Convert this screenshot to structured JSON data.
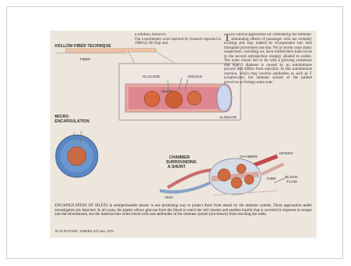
{
  "labels": {
    "hollow_fiber": "HOLLOW-FIBER TECHNIQUE",
    "fiber": "FIBER",
    "glucose": "GLUCOSE",
    "insulin": "INSULIN",
    "islet": "ISLET",
    "alginate": "ALGINATE",
    "microencapsulation_1": "MICRO-",
    "microencapsulation_2": "ENCAPSULATION",
    "chamber_1": "CHAMBER",
    "chamber_2": "SURROUNDING",
    "chamber_3": "A SHUNT",
    "chamber_small": "CHAMBER",
    "artery": "ARTERY",
    "tube": "TUBE",
    "blood_flow_1": "BLOOD",
    "blood_flow_2": "FLOW",
    "vein": "VEIN"
  },
  "text": {
    "col_mid": "a solution, however.\nOur experiments were inspired by research reported in 1980 by Ali Naji and",
    "col_right_first": "T",
    "col_right": "he various approaches for eliminating the immune-stimulating effects of passenger cells are certainly exciting and may indeed be incorporated into islet transplant procedures one day. Yet in recent years many researchers, including we, have shifted their main focus to the second antirejection strategy alluded to earlier. The main reason has to do with a growing consensus that type I diabetes is caused by an autoimmune process that differs from rejection. In this autoimmune reaction, which may involve antibodies as well as T lymphocytes, the immune system of the patient perceives as foreign some aute-",
    "caption": "ENCAPSULATION OF ISLETS in semipermeable plastic is one promising way to protect them from attack by the immune system. Three approaches under investigation are depicted. In all cases, the plastic allows glucose from the blood to reach the cell clusters and enables insulin that is secreted in response to escape into the bloodstream, but the material bars white blood cells and antibodies of the immune system (not shown) from reaching the islets.",
    "footer": "58   SCIENTIFIC AMERICAN July 1993"
  }
}
